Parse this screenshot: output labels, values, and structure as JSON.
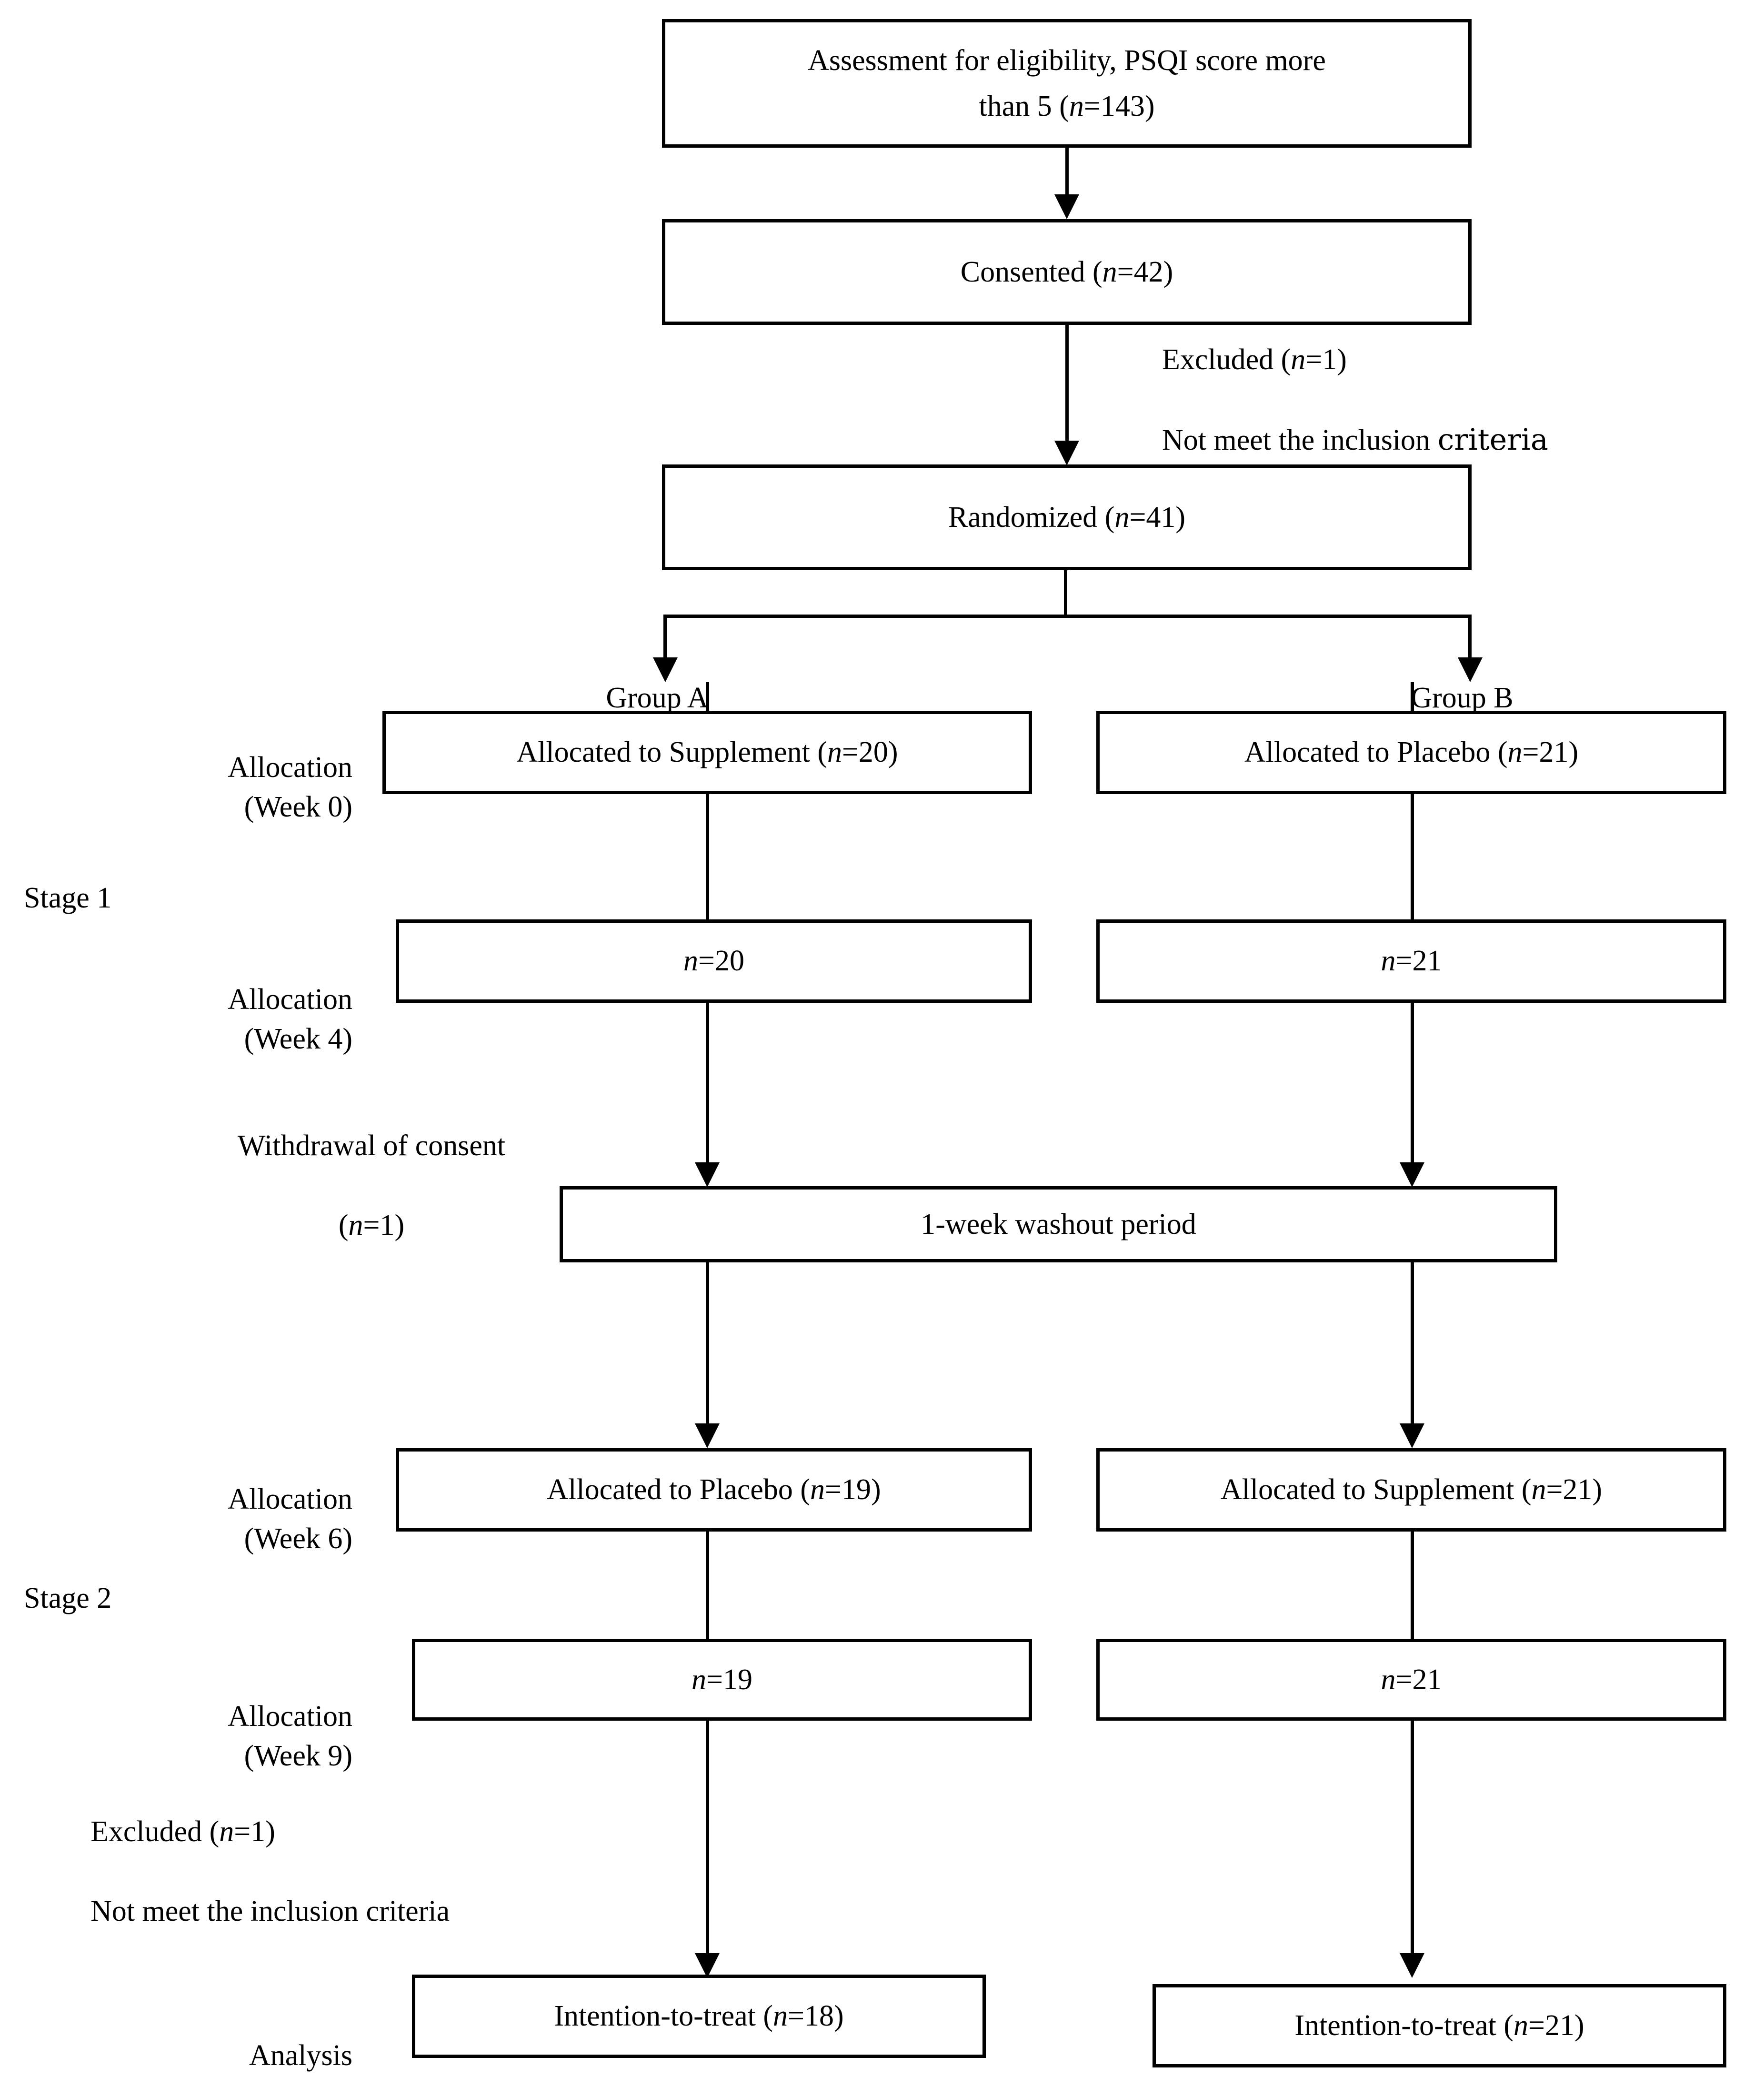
{
  "diagram": {
    "title": "CONSORT participant flow diagram",
    "stage_labels": {
      "stage1": "Stage 1",
      "stage2": "Stage 2"
    },
    "row_labels": {
      "alloc_week0": "Allocation\n(Week 0)",
      "alloc_week4": "Allocation\n(Week 4)",
      "alloc_week6": "Allocation\n(Week 6)",
      "alloc_week9": "Allocation\n(Week 9)",
      "analysis": "Analysis"
    },
    "group_labels": {
      "group_a": "Group A",
      "group_b": "Group B"
    },
    "boxes": {
      "eligibility": "Assessment for eligibility, PSQI score more than 5 (n=143)",
      "eligibility_line1": "Assessment for eligibility, PSQI score more",
      "eligibility_line2_pre": "than 5 (",
      "eligibility_n": "n",
      "eligibility_line2_post": "=143)",
      "consented_pre": "Consented (",
      "consented_n": "n",
      "consented_post": "=42)",
      "randomized_pre": "Randomized (",
      "randomized_n": "n",
      "randomized_post": "=41)",
      "a_week0_pre": "Allocated to Supplement (",
      "a_week0_n": "n",
      "a_week0_post": "=20)",
      "b_week0_pre": "Allocated to Placebo (",
      "b_week0_n": "n",
      "b_week0_post": "=21)",
      "a_week4_n": "n",
      "a_week4_post": "=20",
      "b_week4_n": "n",
      "b_week4_post": "=21",
      "washout": "1-week washout period",
      "a_week6_pre": "Allocated to Placebo (",
      "a_week6_n": "n",
      "a_week6_post": "=19)",
      "b_week6_pre": "Allocated to Supplement (",
      "b_week6_n": "n",
      "b_week6_post": "=21)",
      "a_week9_n": "n",
      "a_week9_post": "=19",
      "b_week9_n": "n",
      "b_week9_post": "=21",
      "a_analysis_pre": "Intention-to-treat (",
      "a_analysis_n": "n",
      "a_analysis_post": "=18)",
      "b_analysis_pre": "Intention-to-treat (",
      "b_analysis_n": "n",
      "b_analysis_post": "=21)"
    },
    "annotations": {
      "excluded_top_line1_pre": "Excluded (",
      "excluded_top_line1_n": "n",
      "excluded_top_line1_post": "=1)",
      "excluded_top_line2a": "Not meet the inclusion ",
      "excluded_top_line2b": "criteria",
      "withdrawal_line1": "Withdrawal of consent",
      "withdrawal_line2_pre": "(",
      "withdrawal_line2_n": "n",
      "withdrawal_line2_post": "=1)",
      "excluded_bottom_line1_pre": "Excluded (",
      "excluded_bottom_line1_n": "n",
      "excluded_bottom_line1_post": "=1)",
      "excluded_bottom_line2": "Not meet the inclusion criteria"
    },
    "colors": {
      "stroke": "#000000",
      "background": "#ffffff",
      "text": "#000000"
    }
  }
}
